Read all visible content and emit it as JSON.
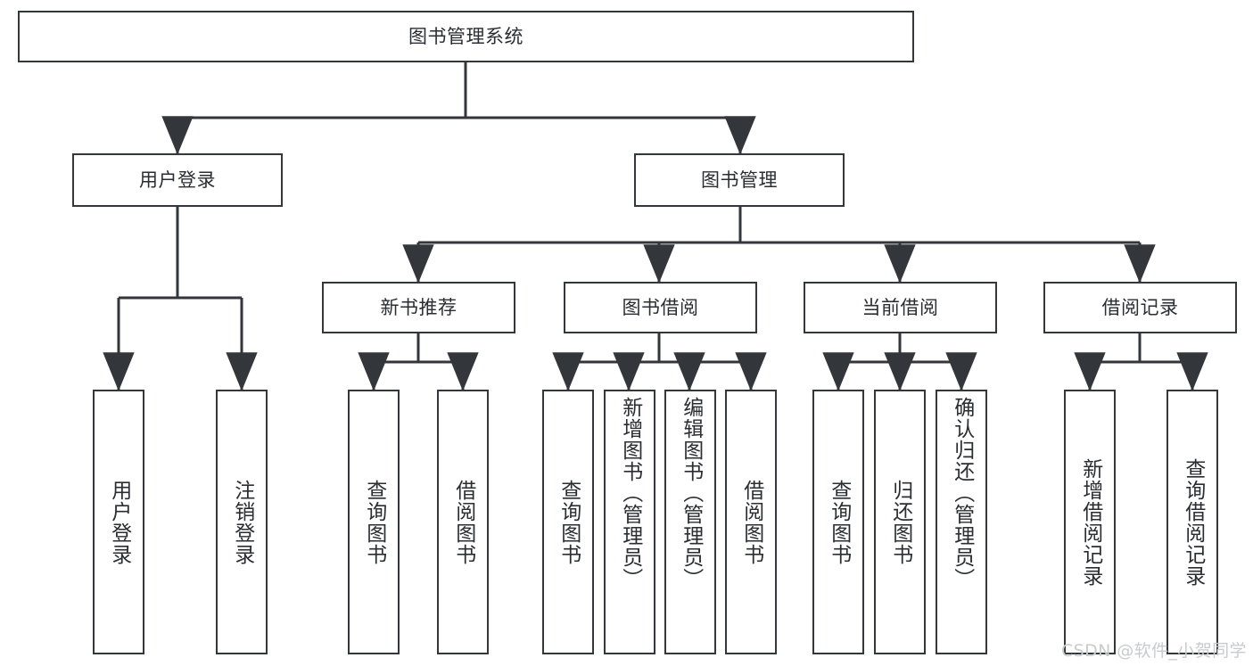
{
  "diagram": {
    "title": "图书管理系统",
    "type": "tree-hierarchy-chart",
    "root": {
      "label": "图书管理系统"
    },
    "level1": [
      {
        "label": "用户登录"
      },
      {
        "label": "图书管理"
      }
    ],
    "level2": [
      {
        "label": "新书推荐"
      },
      {
        "label": "图书借阅"
      },
      {
        "label": "当前借阅"
      },
      {
        "label": "借阅记录"
      }
    ],
    "leaves": {
      "user_login": [
        {
          "label": "用户登录"
        },
        {
          "label": "注销登录"
        }
      ],
      "new_book_recommend": [
        {
          "label": "查询图书"
        },
        {
          "label": "借阅图书"
        }
      ],
      "book_borrow": [
        {
          "label": "查询图书"
        },
        {
          "label": "新增图书（管理员）"
        },
        {
          "label": "编辑图书（管理员）"
        },
        {
          "label": "借阅图书"
        }
      ],
      "current_borrow": [
        {
          "label": "查询图书"
        },
        {
          "label": "归还图书"
        },
        {
          "label": "确认归还（管理员）"
        }
      ],
      "borrow_records": [
        {
          "label": "新增借阅记录"
        },
        {
          "label": "查询借阅记录"
        }
      ]
    },
    "watermark": "CSDN @软件_小贺同学",
    "colors": {
      "stroke": "#33363b",
      "fill": "#ffffff",
      "text": "#2a2d31",
      "watermark": "#c9cbcd"
    }
  }
}
